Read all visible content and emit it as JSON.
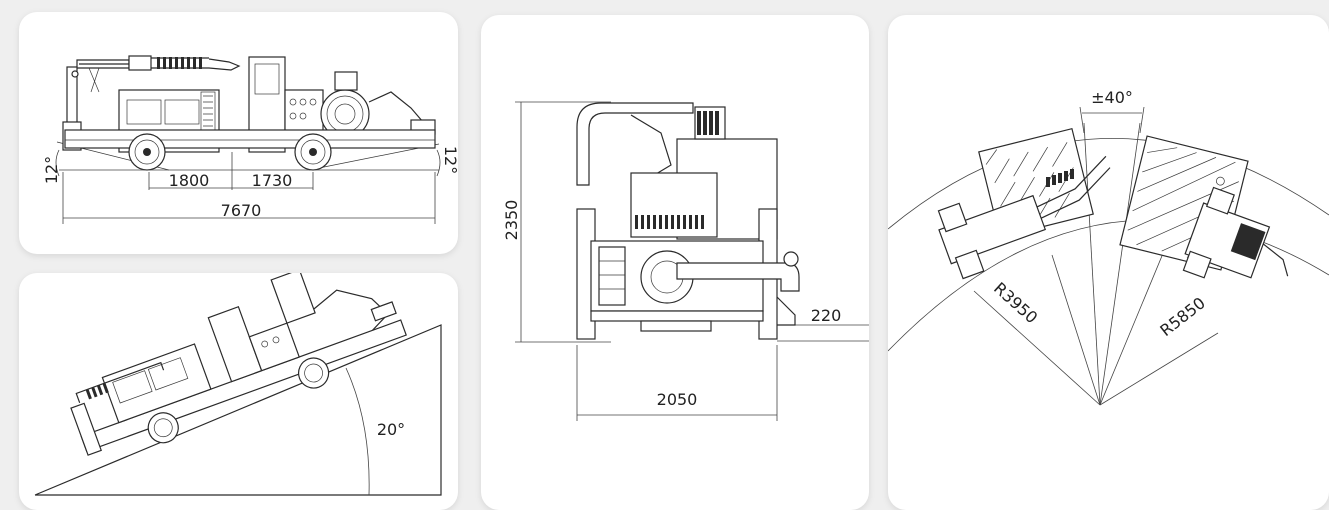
{
  "side_view": {
    "tilt_left": "12°",
    "tilt_right": "12°",
    "dim_front_overhang": "1800",
    "dim_wheelbase": "1730",
    "dim_total_length": "7670"
  },
  "slope_view": {
    "angle": "20°"
  },
  "front_view": {
    "height": "2350",
    "width": "2050",
    "clearance": "220"
  },
  "turn_view": {
    "swing_angle": "±40°",
    "inner_radius": "R3950",
    "outer_radius": "R5850"
  }
}
